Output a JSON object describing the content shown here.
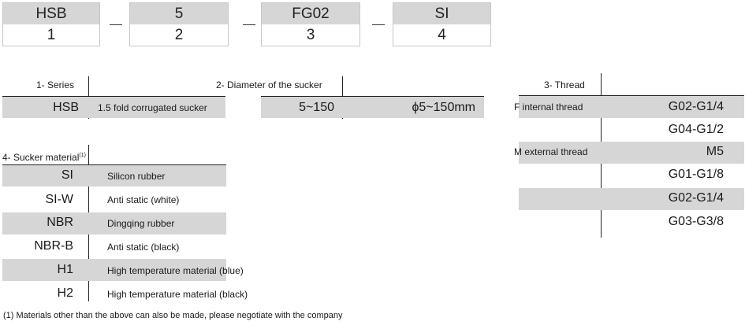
{
  "codes": [
    {
      "code": "HSB",
      "index": "1"
    },
    {
      "code": "5",
      "index": "2"
    },
    {
      "code": "FG02",
      "index": "3"
    },
    {
      "code": "SI",
      "index": "4"
    }
  ],
  "series": {
    "header": "1- Series",
    "code": "HSB",
    "description": "1.5 fold corrugated sucker"
  },
  "diameter": {
    "header": "2- Diameter of the sucker",
    "range": "5~150",
    "description": "ϕ5~150mm"
  },
  "thread": {
    "header": "3- Thread",
    "rows": [
      {
        "label": "F internal thread",
        "value": "G02-G1/4"
      },
      {
        "label": "",
        "value": "G04-G1/2"
      },
      {
        "label": "M external thread",
        "value": "M5"
      },
      {
        "label": "",
        "value": "G01-G1/8"
      },
      {
        "label": "",
        "value": "G02-G1/4"
      },
      {
        "label": "",
        "value": "G03-G3/8"
      }
    ]
  },
  "material": {
    "header": "4- Sucker material",
    "header_sup": "(1)",
    "rows": [
      {
        "code": "SI",
        "description": "Silicon rubber"
      },
      {
        "code": "SI-W",
        "description": "Anti static (white)"
      },
      {
        "code": "NBR",
        "description": "Dingqing rubber"
      },
      {
        "code": "NBR-B",
        "description": "Anti static (black)"
      },
      {
        "code": "H1",
        "description": "High temperature material (blue)"
      },
      {
        "code": "H2",
        "description": "High temperature material (black)"
      }
    ]
  },
  "footnote": "(1) Materials other than the above can also be made, please negotiate with the company"
}
